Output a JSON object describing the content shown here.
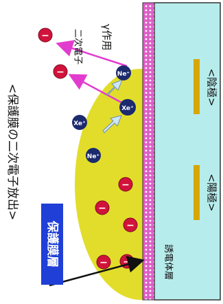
{
  "title": "<保護膜の二次電子放出>",
  "gamma_label": "γ作用",
  "secondary_electron_label": "二次電子",
  "protective_layer_label": "保護膜層",
  "dielectric_layer_label": "誘電体層",
  "cathode_label": "<陰極>",
  "anode_label": "<陽極>",
  "electron_symbol": "−",
  "xe_ion_label": "Xe⁺",
  "ne_ion_label": "Ne⁺",
  "colors": {
    "plasma": "#e2dd2a",
    "dielectric": "#b7ecec",
    "protective": "#de5ec8",
    "electron": "#d1133b",
    "ion": "#1c2a6e",
    "electrode": "#d6a700",
    "arrow": "#e23ccf",
    "label_box": "#1f3fd6"
  }
}
